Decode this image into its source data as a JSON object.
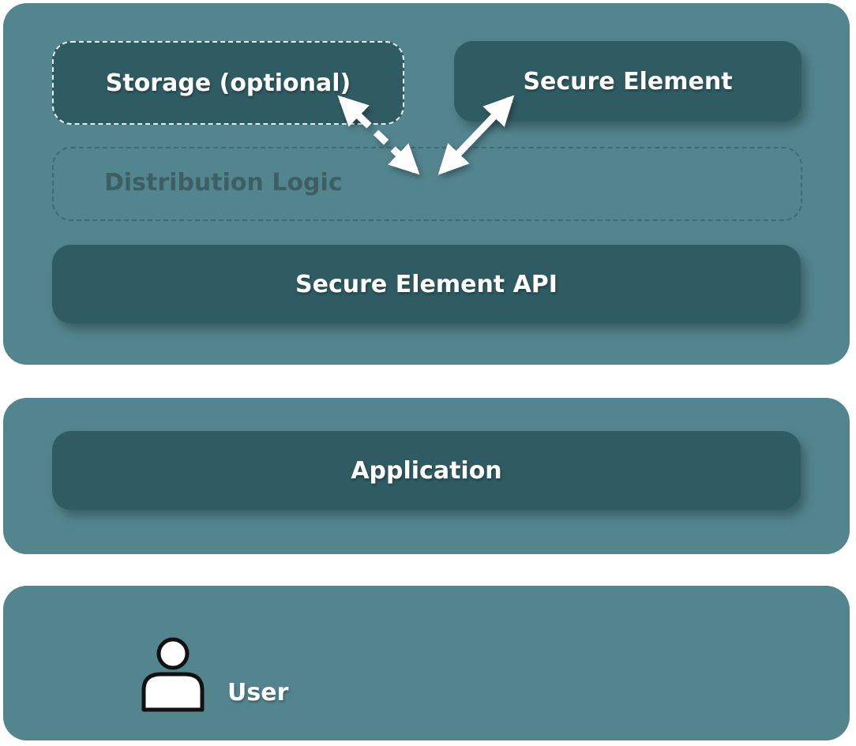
{
  "colors": {
    "layer": "#53858e",
    "box": "#2f5c62",
    "muted_text": "#3b5f63",
    "arrow": "#ffffff"
  },
  "labels": {
    "storage": "Storage (optional)",
    "secure_element": "Secure Element",
    "distribution_logic": "Distribution Logic",
    "secure_element_api": "Secure Element API",
    "application": "Application",
    "user": "User"
  }
}
